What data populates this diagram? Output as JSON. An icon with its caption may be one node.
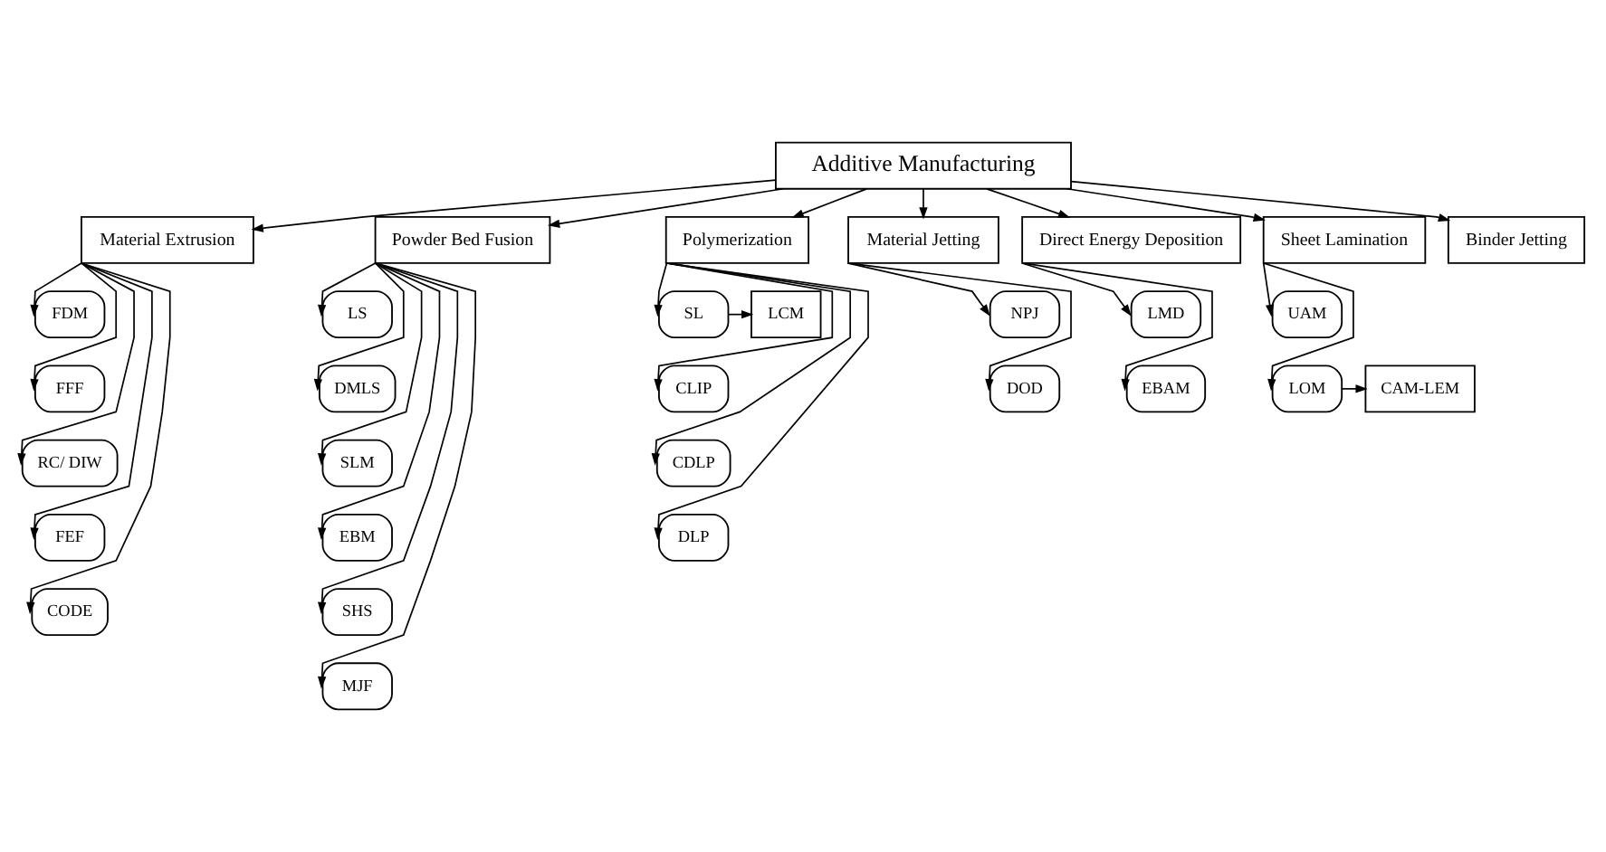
{
  "diagram": {
    "nodes": [
      {
        "text": [
          "Additive Manufacturing"
        ]
      },
      {
        "text": [
          "Material Extrusion"
        ]
      },
      {
        "text": [
          "Powder Bed Fusion"
        ]
      },
      {
        "text": [
          "Polymerization"
        ]
      },
      {
        "text": [
          "Material Jetting"
        ]
      },
      {
        "text": [
          "Direct Energy Deposition"
        ]
      },
      {
        "text": [
          "Sheet Lamination"
        ]
      },
      {
        "text": [
          "Binder Jetting"
        ]
      },
      {
        "text": [
          "FDM"
        ]
      },
      {
        "text": [
          "FFF"
        ]
      },
      {
        "text": [
          "RC/ DIW"
        ]
      },
      {
        "text": [
          "FEF"
        ]
      },
      {
        "text": [
          "CODE"
        ]
      },
      {
        "text": [
          "LS"
        ]
      },
      {
        "text": [
          "DMLS"
        ]
      },
      {
        "text": [
          "SLM"
        ]
      },
      {
        "text": [
          "EBM"
        ]
      },
      {
        "text": [
          "SHS"
        ]
      },
      {
        "text": [
          "MJF"
        ]
      },
      {
        "text": [
          "SL"
        ]
      },
      {
        "text": [
          "CLIP"
        ]
      },
      {
        "text": [
          "CDLP"
        ]
      },
      {
        "text": [
          "DLP"
        ]
      },
      {
        "text": [
          "LCM"
        ]
      },
      {
        "text": [
          "NPJ"
        ]
      },
      {
        "text": [
          "DOD"
        ]
      },
      {
        "text": [
          "LMD"
        ]
      },
      {
        "text": [
          "EBAM"
        ]
      },
      {
        "text": [
          "UAM"
        ]
      },
      {
        "text": [
          "LOM"
        ]
      },
      {
        "text": [
          "CAM-LEM"
        ]
      }
    ],
    "edges": [
      {
        "from": 0,
        "to": 1,
        "arrow": "to"
      },
      {
        "from": 0,
        "to": 2,
        "arrow": "to"
      },
      {
        "from": 0,
        "to": 3,
        "arrow": "to"
      },
      {
        "from": 0,
        "to": 4,
        "arrow": "to"
      },
      {
        "from": 0,
        "to": 5,
        "arrow": "to"
      },
      {
        "from": 0,
        "to": 6,
        "arrow": "to"
      },
      {
        "from": 0,
        "to": 7,
        "arrow": "to"
      },
      {
        "from": 1,
        "to": 8,
        "arrow": "to"
      },
      {
        "from": 1,
        "to": 9,
        "arrow": "to"
      },
      {
        "from": 1,
        "to": 10,
        "arrow": "to"
      },
      {
        "from": 1,
        "to": 11,
        "arrow": "to"
      },
      {
        "from": 1,
        "to": 12,
        "arrow": "to"
      },
      {
        "from": 2,
        "to": 13,
        "arrow": "to"
      },
      {
        "from": 2,
        "to": 14,
        "arrow": "to"
      },
      {
        "from": 2,
        "to": 15,
        "arrow": "to"
      },
      {
        "from": 2,
        "to": 16,
        "arrow": "to"
      },
      {
        "from": 2,
        "to": 17,
        "arrow": "to"
      },
      {
        "from": 2,
        "to": 18,
        "arrow": "to"
      },
      {
        "from": 3,
        "to": 19,
        "arrow": "to"
      },
      {
        "from": 3,
        "to": 20,
        "arrow": "to"
      },
      {
        "from": 3,
        "to": 21,
        "arrow": "to"
      },
      {
        "from": 3,
        "to": 22,
        "arrow": "to"
      },
      {
        "from": 19,
        "to": 23,
        "arrow": "to"
      },
      {
        "from": 4,
        "to": 24,
        "arrow": "to"
      },
      {
        "from": 4,
        "to": 25,
        "arrow": "to"
      },
      {
        "from": 5,
        "to": 26,
        "arrow": "to"
      },
      {
        "from": 5,
        "to": 27,
        "arrow": "to"
      },
      {
        "from": 6,
        "to": 28,
        "arrow": "to"
      },
      {
        "from": 6,
        "to": 29,
        "arrow": "to"
      },
      {
        "from": 29,
        "to": 30,
        "arrow": "to"
      }
    ]
  }
}
